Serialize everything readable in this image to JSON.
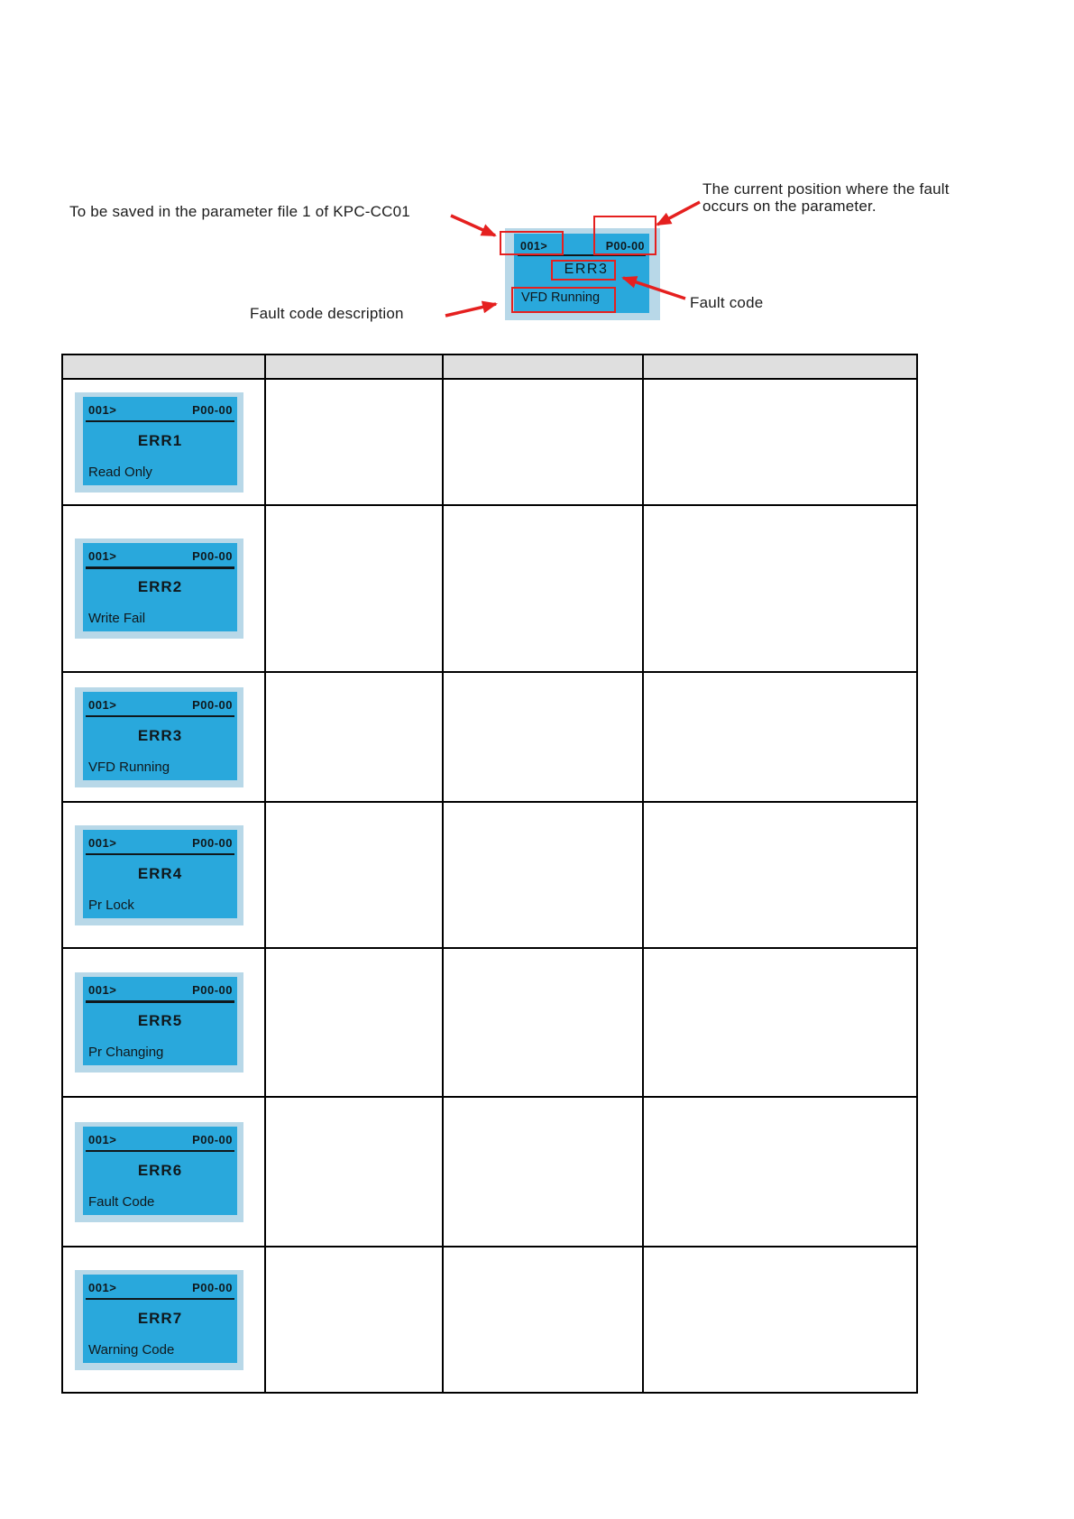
{
  "annotations": {
    "save_note": "To be saved in the parameter file 1 of KPC-CC01",
    "position_note_line1": "The current position where the fault",
    "position_note_line2": "occurs on the parameter.",
    "fault_desc_label": "Fault code description",
    "fault_code_label": "Fault code"
  },
  "sample_display": {
    "file_no": "001>",
    "param": "P00-00",
    "code": "ERR3",
    "desc": "VFD Running"
  },
  "table": {
    "headers": [
      "",
      "",
      "",
      ""
    ],
    "rows": [
      {
        "file_no": "001>",
        "param": "P00-00",
        "code": "ERR1",
        "desc": "Read Only"
      },
      {
        "file_no": "001>",
        "param": "P00-00",
        "code": "ERR2",
        "desc": "Write Fail"
      },
      {
        "file_no": "001>",
        "param": "P00-00",
        "code": "ERR3",
        "desc": "VFD Running"
      },
      {
        "file_no": "001>",
        "param": "P00-00",
        "code": "ERR4",
        "desc": "Pr Lock"
      },
      {
        "file_no": "001>",
        "param": "P00-00",
        "code": "ERR5",
        "desc": "Pr Changing"
      },
      {
        "file_no": "001>",
        "param": "P00-00",
        "code": "ERR6",
        "desc": "Fault Code"
      },
      {
        "file_no": "001>",
        "param": "P00-00",
        "code": "ERR7",
        "desc": "Warning Code"
      }
    ]
  },
  "colors": {
    "screen_blue": "#29A8DC",
    "frame_blue": "#B8D8E8",
    "annotation_red": "#E5201F",
    "header_gray": "#DFDFDF",
    "display_text": "#10181C"
  }
}
